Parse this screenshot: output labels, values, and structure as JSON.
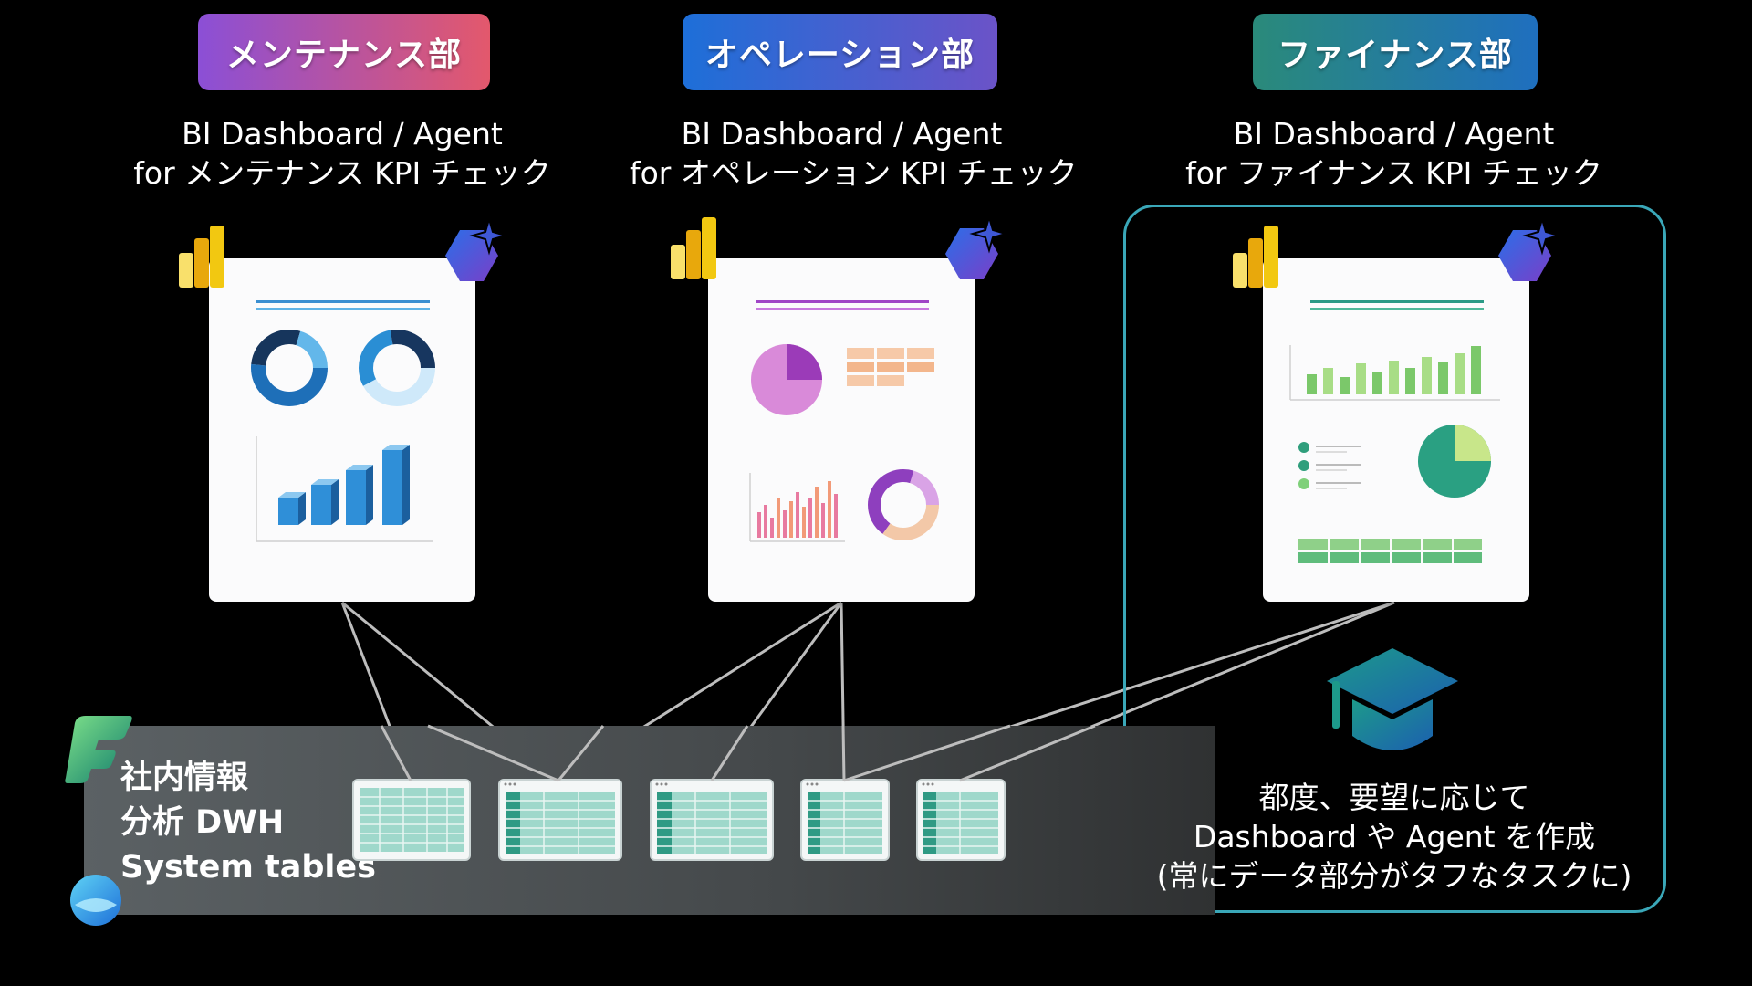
{
  "departments": [
    {
      "name": "メンテナンス部",
      "subtitle_line1": "BI Dashboard / Agent",
      "subtitle_line2": "for メンテナンス KPI チェック"
    },
    {
      "name": "オペレーション部",
      "subtitle_line1": "BI Dashboard / Agent",
      "subtitle_line2": "for オペレーション KPI チェック"
    },
    {
      "name": "ファイナンス部",
      "subtitle_line1": "BI Dashboard / Agent",
      "subtitle_line2": "for ファイナンス KPI チェック"
    }
  ],
  "dwh": {
    "line1": "社内情報",
    "line2": "分析 DWH",
    "line3": "System tables"
  },
  "finance_note": {
    "line1": "都度、要望に応じて",
    "line2": "Dashboard や Agent を作成",
    "line3": "(常にデータ部分がタフなタスクに)"
  },
  "icons": {
    "dashboard": "power-bi-icon",
    "agent": "copilot-agent-icon",
    "dwh_top": "fabric-icon",
    "dwh_bottom": "sql-database-icon",
    "learning": "graduation-cap-icon"
  },
  "colors": {
    "maint_gradient": [
      "#8b4fd6",
      "#e3586c"
    ],
    "ops_gradient": [
      "#1d6fd8",
      "#6b53c8"
    ],
    "fin_gradient": [
      "#2a8a7a",
      "#1f6fbf"
    ],
    "highlight_border": "#3aa7b8"
  }
}
